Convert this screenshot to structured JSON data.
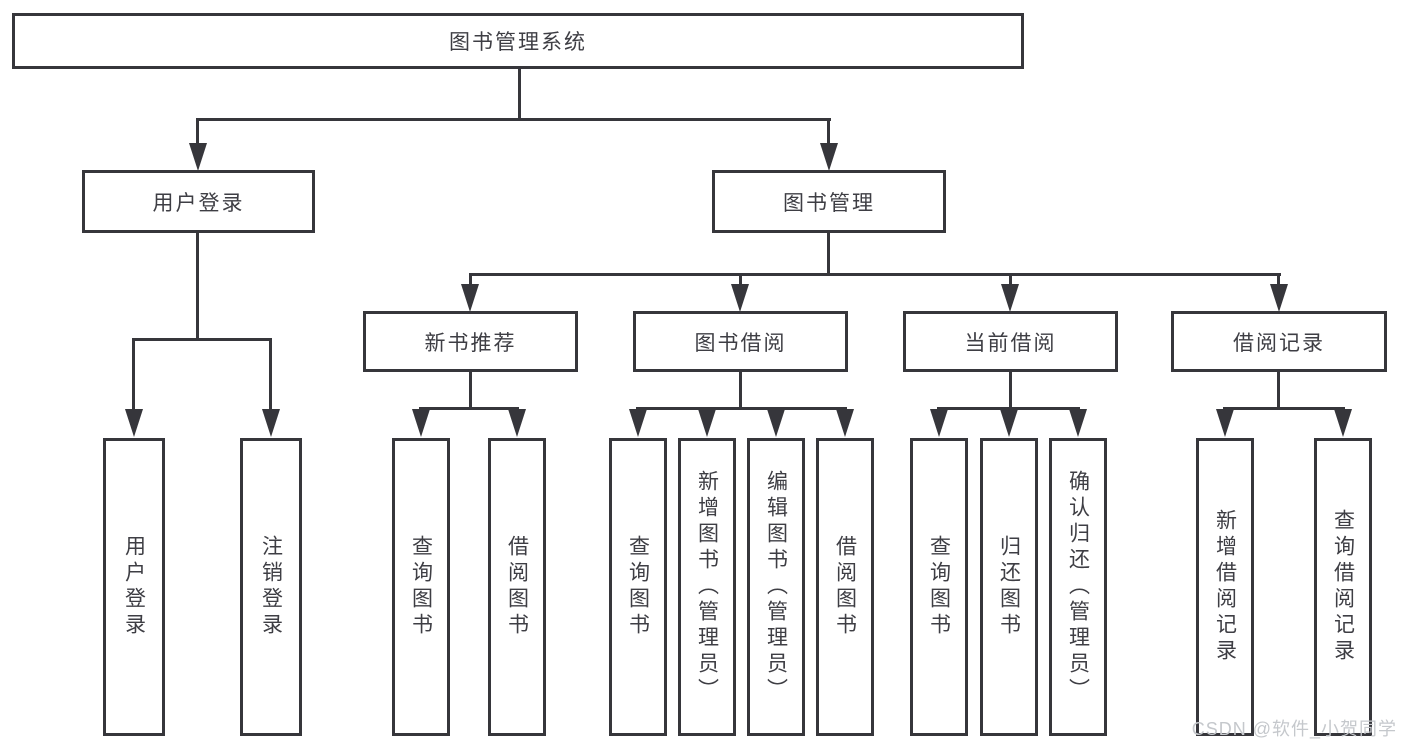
{
  "diagram": {
    "title": "图书管理系统",
    "root": {
      "label": "图书管理系统"
    },
    "level2": [
      {
        "label": "用户登录"
      },
      {
        "label": "图书管理"
      }
    ],
    "modules": [
      {
        "label": "新书推荐"
      },
      {
        "label": "图书借阅"
      },
      {
        "label": "当前借阅"
      },
      {
        "label": "借阅记录"
      }
    ],
    "leaves": {
      "login": [
        {
          "label": "用户登录"
        },
        {
          "label": "注销登录"
        }
      ],
      "recommend": [
        {
          "label": "查询图书"
        },
        {
          "label": "借阅图书"
        }
      ],
      "borrow": [
        {
          "label": "查询图书"
        },
        {
          "label": "新增图书（管理员）"
        },
        {
          "label": "编辑图书（管理员）"
        },
        {
          "label": "借阅图书"
        }
      ],
      "current": [
        {
          "label": "查询图书"
        },
        {
          "label": "归还图书"
        },
        {
          "label": "确认归还（管理员）"
        }
      ],
      "records": [
        {
          "label": "新增借阅记录"
        },
        {
          "label": "查询借阅记录"
        }
      ]
    }
  },
  "watermark": {
    "text": "CSDN @软件_小贺同学"
  },
  "colors": {
    "line": "#36363b",
    "text": "#3e3e44",
    "watermark": "#c5c8cc",
    "background": "#ffffff"
  }
}
